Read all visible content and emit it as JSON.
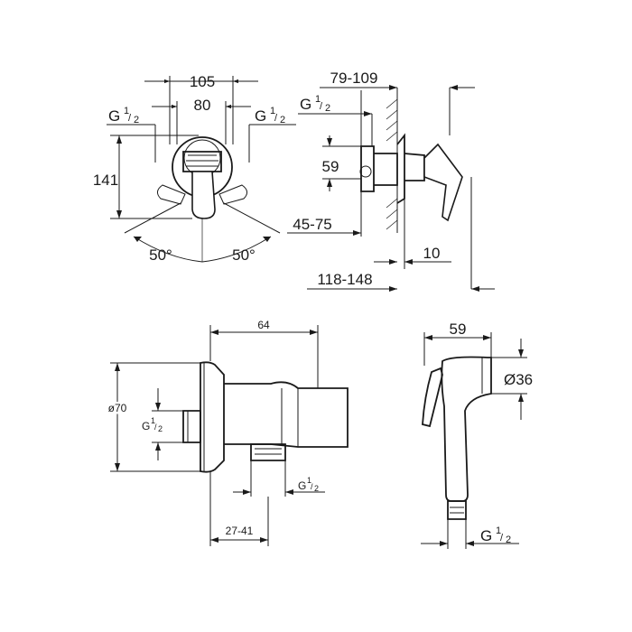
{
  "front_view": {
    "dim_outer": "105",
    "dim_inner": "80",
    "thread_left": {
      "base": "G",
      "num": "1",
      "den": "2"
    },
    "thread_right": {
      "base": "G",
      "num": "1",
      "den": "2"
    },
    "dim_height": "141",
    "angle_left": "50°",
    "angle_right": "50°"
  },
  "side_view": {
    "dim_depth": "79-109",
    "thread": {
      "base": "G",
      "num": "1",
      "den": "2"
    },
    "dim_height": "59",
    "dim_wall": "45-75",
    "dim_offset": "10",
    "dim_total": "118-148"
  },
  "elbow_view": {
    "dim_length": "64",
    "dim_diameter": "ø70",
    "thread_in": {
      "base": "G",
      "num": "1",
      "den": "2"
    },
    "thread_out": {
      "base": "G",
      "num": "1",
      "den": "2"
    },
    "dim_range": "27-41"
  },
  "handshower_view": {
    "dim_length": "59",
    "dim_diameter": "Ø36",
    "thread": {
      "base": "G",
      "num": "1",
      "den": "2"
    }
  }
}
